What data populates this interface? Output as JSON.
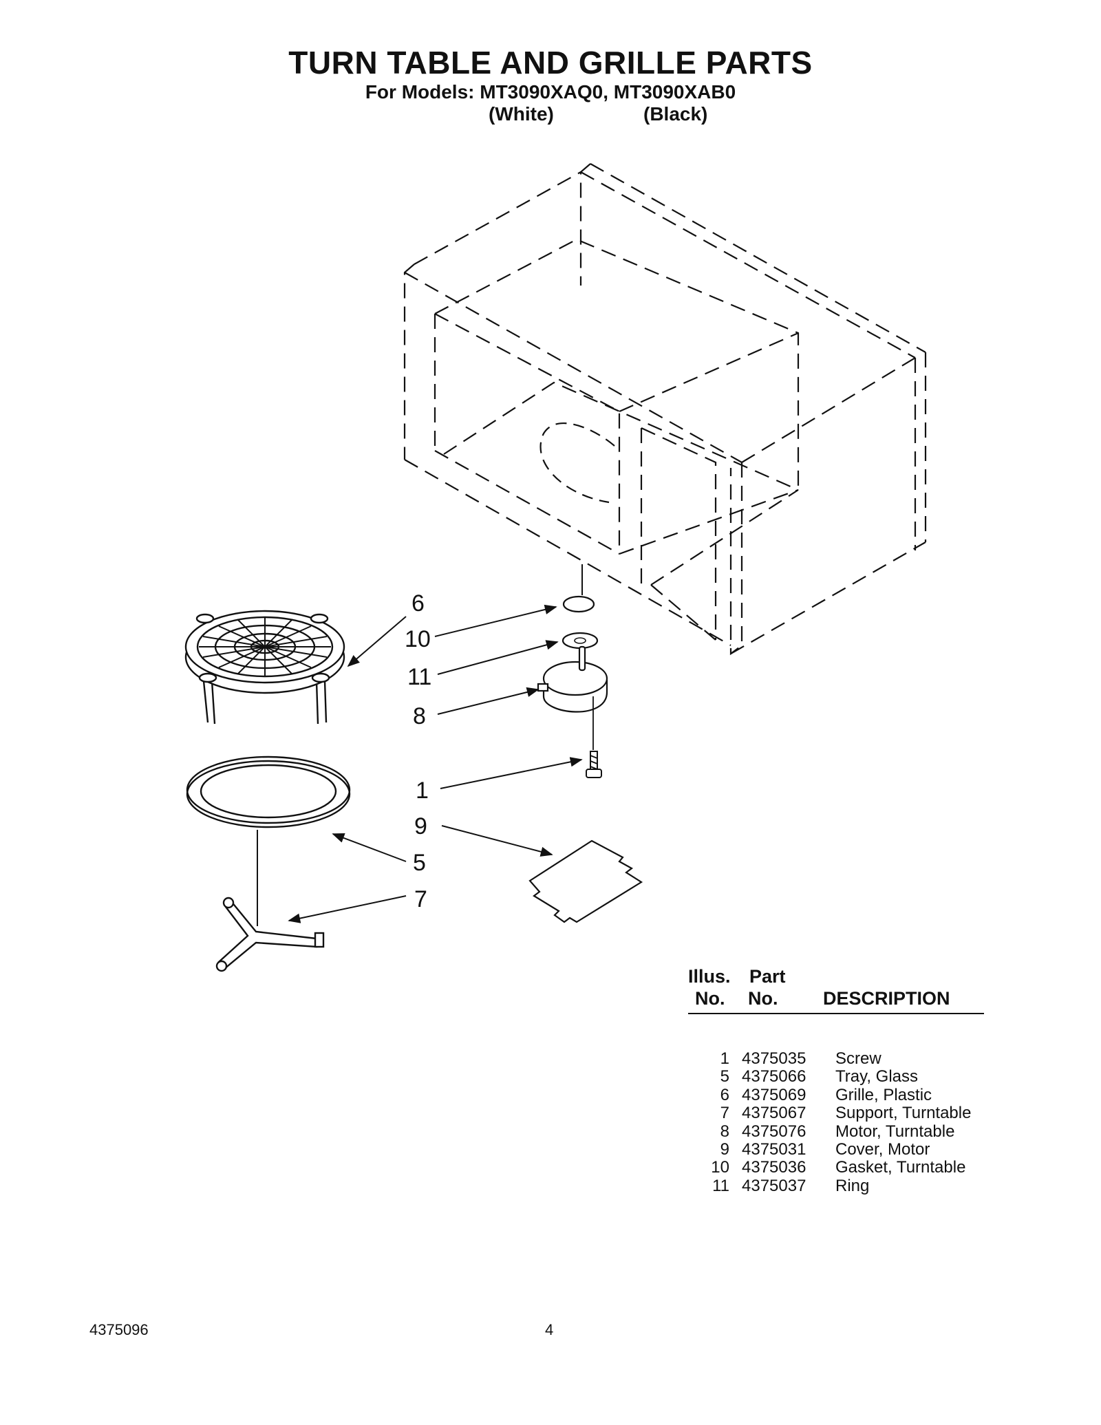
{
  "document": {
    "title": "TURN TABLE AND GRILLE PARTS",
    "subtitle": "For Models: MT3090XAQ0, MT3090XAB0",
    "variant_1": "(White)",
    "variant_2": "(Black)"
  },
  "diagram": {
    "callouts": [
      "6",
      "10",
      "11",
      "8",
      "1",
      "9",
      "5",
      "7"
    ]
  },
  "parts_table": {
    "header_illus_1": "Illus.",
    "header_illus_2": "No.",
    "header_part_1": "Part",
    "header_part_2": "No.",
    "header_desc": "DESCRIPTION",
    "rows": [
      {
        "illus": "1",
        "part": "4375035",
        "desc": "Screw"
      },
      {
        "illus": "5",
        "part": "4375066",
        "desc": "Tray, Glass"
      },
      {
        "illus": "6",
        "part": "4375069",
        "desc": "Grille, Plastic"
      },
      {
        "illus": "7",
        "part": "4375067",
        "desc": "Support, Turntable"
      },
      {
        "illus": "8",
        "part": "4375076",
        "desc": "Motor, Turntable"
      },
      {
        "illus": "9",
        "part": "4375031",
        "desc": "Cover, Motor"
      },
      {
        "illus": "10",
        "part": "4375036",
        "desc": "Gasket, Turntable"
      },
      {
        "illus": "11",
        "part": "4375037",
        "desc": "Ring"
      }
    ]
  },
  "footer": {
    "doc_number": "4375096",
    "page_number": "4"
  }
}
